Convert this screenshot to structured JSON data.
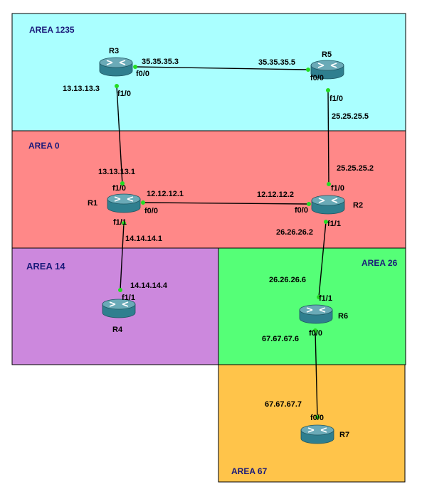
{
  "colors": {
    "area_1235": "#aaffff",
    "area_0": "#ff8888",
    "area_14": "#cc88dd",
    "area_26": "#55ff77",
    "area_67": "#ffc44a",
    "router_body": "#2f7f8f",
    "router_top": "#6aaab7",
    "port_dot": "#22dd22"
  },
  "areas": {
    "a1235": "AREA 1235",
    "a0": "AREA 0",
    "a14": "AREA 14",
    "a26": "AREA 26",
    "a67": "AREA 67"
  },
  "routers": {
    "r1": "R1",
    "r2": "R2",
    "r3": "R3",
    "r4": "R4",
    "r5": "R5",
    "r6": "R6",
    "r7": "R7"
  },
  "icons": {
    "router": "router-icon"
  },
  "links": {
    "r3_r5": {
      "r3_ip": "35.35.35.3",
      "r3_if": "f0/0",
      "r5_ip": "35.35.35.5",
      "r5_if": "f0/0"
    },
    "r3_r1": {
      "r3_ip": "13.13.13.3",
      "r3_if": "f1/0",
      "r1_ip": "13.13.13.1",
      "r1_if": "f1/0"
    },
    "r5_r2": {
      "r5_ip": "25.25.25.5",
      "r5_if": "f1/0",
      "r2_ip": "25.25.25.2",
      "r2_if": "f1/0"
    },
    "r1_r2": {
      "r1_ip": "12.12.12.1",
      "r1_if": "f0/0",
      "r2_ip": "12.12.12.2",
      "r2_if": "f0/0"
    },
    "r1_r4": {
      "r1_ip": "14.14.14.1",
      "r1_if": "f1/1",
      "r4_ip": "14.14.14.4",
      "r4_if": "f1/1"
    },
    "r2_r6": {
      "r2_ip": "26.26.26.2",
      "r2_if": "f1/1",
      "r6_ip": "26.26.26.6",
      "r6_if": "f1/1"
    },
    "r6_r7": {
      "r6_ip": "67.67.67.6",
      "r6_if": "f0/0",
      "r7_ip": "67.67.67.7",
      "r7_if": "f0/0"
    }
  }
}
